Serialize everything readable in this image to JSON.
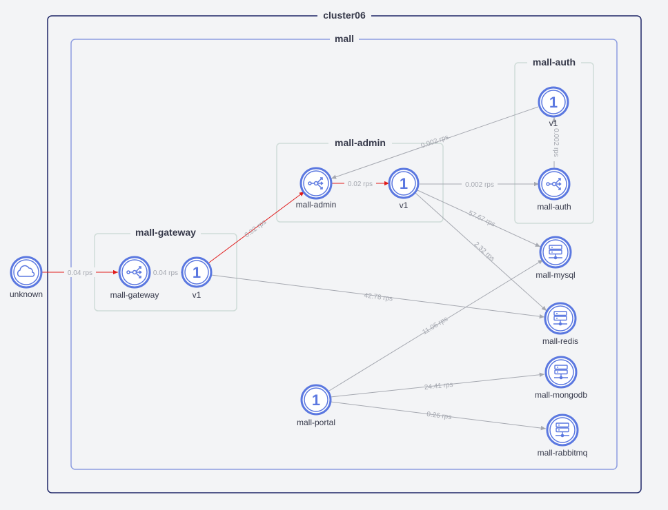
{
  "cluster": {
    "name": "cluster06"
  },
  "namespace": {
    "name": "mall"
  },
  "groups": {
    "gateway": {
      "title": "mall-gateway"
    },
    "admin": {
      "title": "mall-admin"
    },
    "auth": {
      "title": "mall-auth"
    }
  },
  "nodes": {
    "unknown": {
      "label": "unknown",
      "icon": "cloud-icon"
    },
    "gateway_svc": {
      "label": "mall-gateway",
      "icon": "service-icon"
    },
    "gateway_v1": {
      "label": "v1",
      "badge": "1",
      "icon": "workload-icon"
    },
    "admin_svc": {
      "label": "mall-admin",
      "icon": "service-icon"
    },
    "admin_v1": {
      "label": "v1",
      "badge": "1",
      "icon": "workload-icon"
    },
    "auth_v1": {
      "label": "v1",
      "badge": "1",
      "icon": "workload-icon"
    },
    "auth_svc": {
      "label": "mall-auth",
      "icon": "service-icon"
    },
    "mysql": {
      "label": "mall-mysql",
      "icon": "database-icon"
    },
    "redis": {
      "label": "mall-redis",
      "icon": "database-icon"
    },
    "mongodb": {
      "label": "mall-mongodb",
      "icon": "database-icon"
    },
    "rabbitmq": {
      "label": "mall-rabbitmq",
      "icon": "database-icon"
    },
    "portal": {
      "label": "mall-portal",
      "badge": "1",
      "icon": "workload-icon"
    }
  },
  "edges": {
    "unknown_gateway": {
      "label": "0.04 rps"
    },
    "gateway_gatewayv1": {
      "label": "0.04 rps"
    },
    "gatewayv1_admin": {
      "label": "0.02 rps"
    },
    "admin_adminv1": {
      "label": "0.02 rps"
    },
    "authv1_admin": {
      "label": "0.002 rps"
    },
    "adminv1_auth": {
      "label": "0.002 rps"
    },
    "auth_authv1": {
      "label": "0.002 rps"
    },
    "adminv1_mysql": {
      "label": "57.67 rps"
    },
    "adminv1_redis": {
      "label": "2.32 rps"
    },
    "gatewayv1_redis": {
      "label": "42.78 rps"
    },
    "portal_mysql": {
      "label": "11.06 rps"
    },
    "portal_mongodb": {
      "label": "24.41 rps"
    },
    "portal_rabbitmq": {
      "label": "0.26 rps"
    }
  },
  "colors": {
    "cluster_border": "#1c2466",
    "namespace_border": "#8c9ce0",
    "group_border": "#cfdcd8",
    "node": "#5b78e0",
    "edge_normal": "#a5a8b0",
    "edge_error": "#e01b1b",
    "text": "#36394a"
  }
}
